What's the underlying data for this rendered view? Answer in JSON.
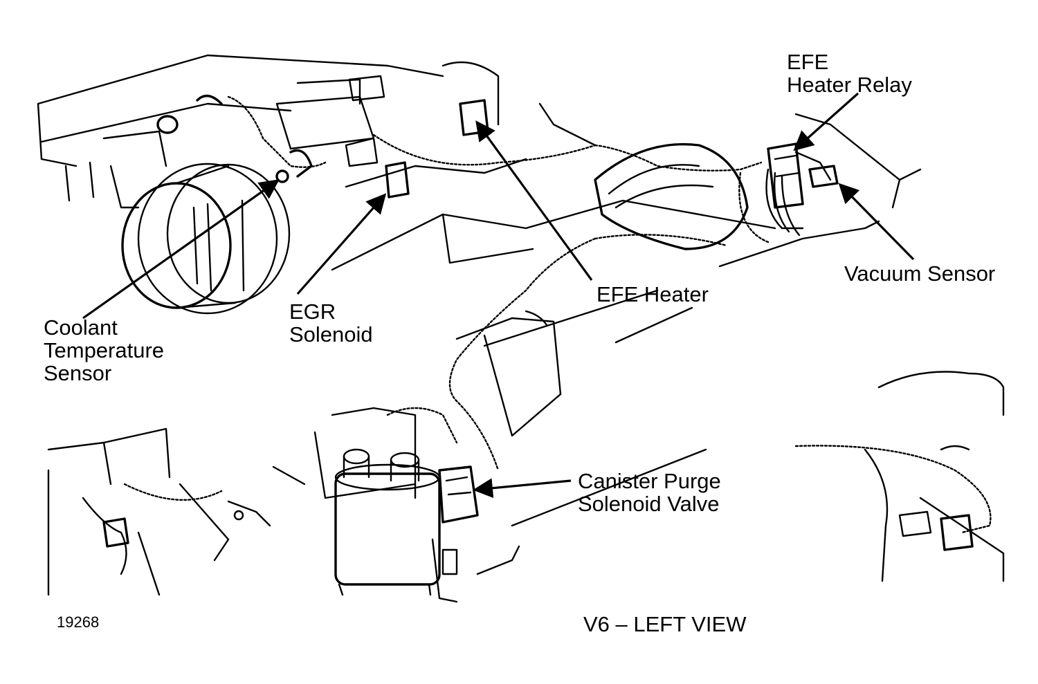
{
  "labels": {
    "efe_heater_relay": {
      "line1": "EFE",
      "line2": "Heater Relay"
    },
    "vacuum_sensor": {
      "line1": "Vacuum Sensor"
    },
    "efe_heater": {
      "line1": "EFE Heater"
    },
    "egr_solenoid": {
      "line1": "EGR",
      "line2": "Solenoid"
    },
    "coolant_temperature_sensor": {
      "line1": "Coolant",
      "line2": "Temperature",
      "line3": "Sensor"
    },
    "canister_purge_solenoid_valve": {
      "line1": "Canister Purge",
      "line2": "Solenoid Valve"
    }
  },
  "figure_number": "19268",
  "caption": "V6 – LEFT VIEW"
}
